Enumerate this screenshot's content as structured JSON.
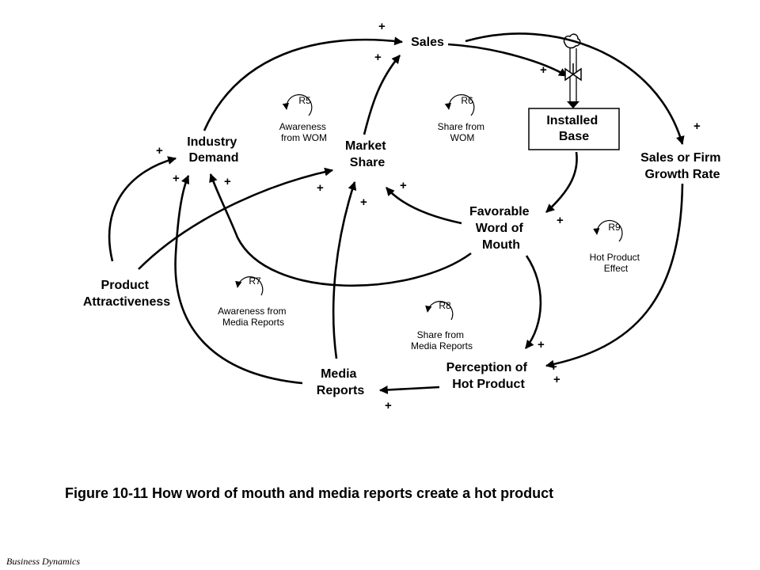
{
  "nodes": {
    "sales": "Sales",
    "industry_demand": [
      "Industry",
      "Demand"
    ],
    "market_share": [
      "Market",
      "Share"
    ],
    "installed_base": [
      "Installed",
      "Base"
    ],
    "growth_rate": [
      "Sales or Firm",
      "Growth Rate"
    ],
    "favorable_wom": [
      "Favorable",
      "Word of",
      "Mouth"
    ],
    "product_attractiveness": [
      "Product",
      "Attractiveness"
    ],
    "media_reports": [
      "Media",
      "Reports"
    ],
    "perception_hot": [
      "Perception of",
      "Hot Product"
    ]
  },
  "loops": {
    "r5": {
      "id": "R5",
      "label": [
        "Awareness",
        "from WOM"
      ]
    },
    "r6": {
      "id": "R6",
      "label": [
        "Share from",
        "WOM"
      ]
    },
    "r7": {
      "id": "R7",
      "label": [
        "Awareness from",
        "Media Reports"
      ]
    },
    "r8": {
      "id": "R8",
      "label": [
        "Share from",
        "Media Reports"
      ]
    },
    "r9": {
      "id": "R9",
      "label": [
        "Hot Product",
        "Effect"
      ]
    }
  },
  "polarity_sign": "+",
  "caption": "Figure 10-11  How word of mouth and media reports create a hot product",
  "footer": "Business Dynamics"
}
